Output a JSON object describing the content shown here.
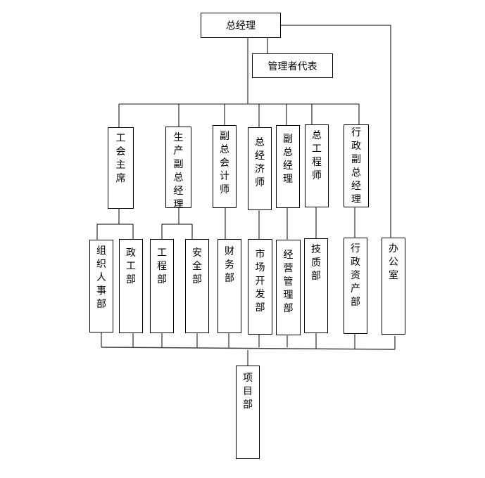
{
  "top": {
    "gm": "总经理",
    "rep": "管理者代表"
  },
  "level2": [
    "工会主席",
    "生产副总经理",
    "副总会计师",
    "总经济师",
    "副总经理",
    "总工程师",
    "行政副总经理"
  ],
  "level3": [
    "组织人事部",
    "政工部",
    "工程部",
    "安全部",
    "财务部",
    "市场开发部",
    "经营管理部",
    "技质部",
    "行政资产部",
    "办公室"
  ],
  "bottom": "项目部"
}
